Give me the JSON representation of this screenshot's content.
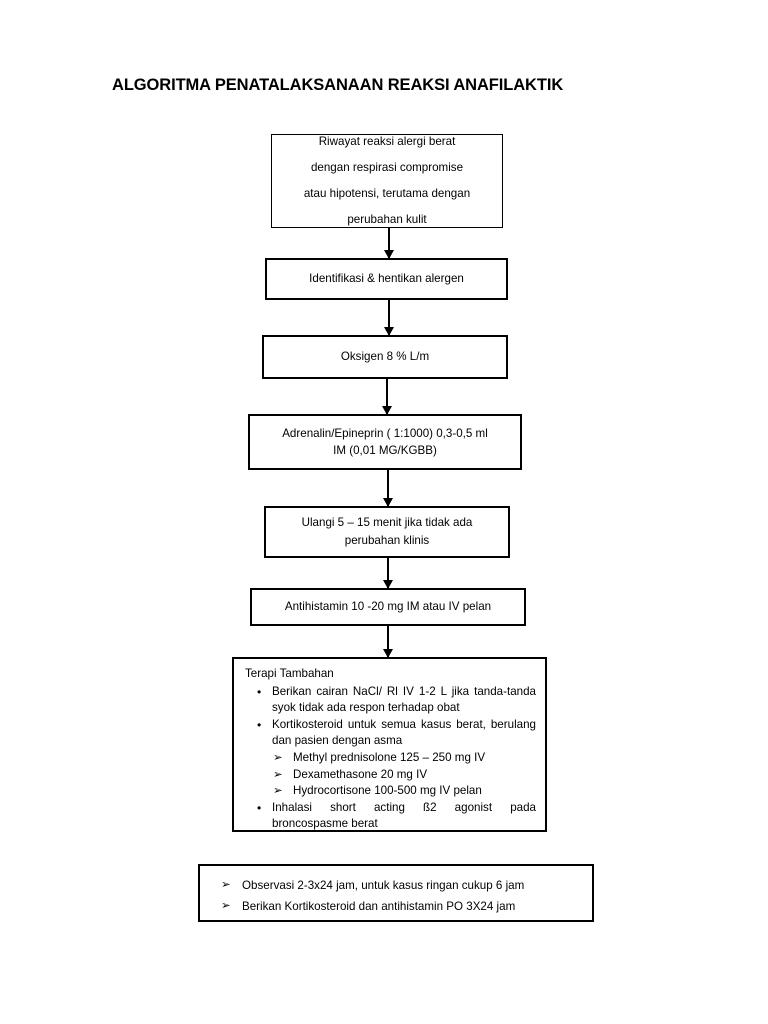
{
  "page": {
    "title": "ALGORITMA PENATALAKSANAAN REAKSI ANAFILAKTIK",
    "background_color": "#ffffff",
    "text_color": "#000000",
    "border_color": "#000000"
  },
  "flowchart": {
    "type": "flowchart",
    "orientation": "top-to-bottom",
    "nodes": [
      {
        "id": "riwayat",
        "lines": [
          "Riwayat reaksi alergi berat",
          "dengan respirasi compromise",
          "atau hipotensi, terutama dengan",
          "perubahan kulit"
        ]
      },
      {
        "id": "identifikasi",
        "lines": [
          "Identifikasi & hentikan alergen"
        ]
      },
      {
        "id": "oksigen",
        "lines": [
          "Oksigen 8 % L/m"
        ]
      },
      {
        "id": "adrenalin",
        "lines": [
          "Adrenalin/Epineprin ( 1:1000) 0,3-0,5 ml",
          "IM (0,01 MG/KGBB)"
        ]
      },
      {
        "id": "ulangi",
        "lines": [
          "Ulangi 5 – 15 menit jika tidak ada",
          "perubahan klinis"
        ]
      },
      {
        "id": "antihistamin",
        "lines": [
          "Antihistamin 10 -20 mg IM atau IV pelan"
        ]
      }
    ],
    "arrows": [
      {
        "id": "arrow-riwayat-to-identifikasi",
        "glyph": "down-arrow-icon"
      },
      {
        "id": "arrow-identifikasi-to-oksigen",
        "glyph": "down-arrow-icon"
      },
      {
        "id": "arrow-oksigen-to-adrenalin",
        "glyph": "down-arrow-icon"
      },
      {
        "id": "arrow-adrenalin-to-ulangi",
        "glyph": "down-arrow-icon"
      },
      {
        "id": "arrow-ulangi-to-antihistamin",
        "glyph": "down-arrow-icon"
      },
      {
        "id": "arrow-antihistamin-to-terapi",
        "glyph": "down-arrow-icon"
      }
    ]
  },
  "terapi_tambahan": {
    "heading": "Terapi Tambahan",
    "bullet_marker": "•",
    "sub_marker": "➢",
    "items": [
      {
        "text": "Berikan cairan NaCl/ Rl IV 1-2 L jika tanda-tanda syok tidak ada respon terhadap obat",
        "subs": []
      },
      {
        "text": "Kortikosteroid untuk semua kasus berat, berulang dan pasien dengan asma",
        "subs": [
          "Methyl prednisolone 125 – 250 mg IV",
          "Dexamethasone 20 mg IV",
          "Hydrocortisone 100-500 mg IV pelan"
        ]
      },
      {
        "text": "Inhalasi short acting ß2 agonist pada broncospasme berat",
        "subs": []
      }
    ]
  },
  "observasi": {
    "sub_marker": "➢",
    "items": [
      "Observasi 2-3x24 jam, untuk kasus ringan cukup 6 jam",
      "Berikan Kortikosteroid dan antihistamin PO 3X24 jam"
    ]
  }
}
